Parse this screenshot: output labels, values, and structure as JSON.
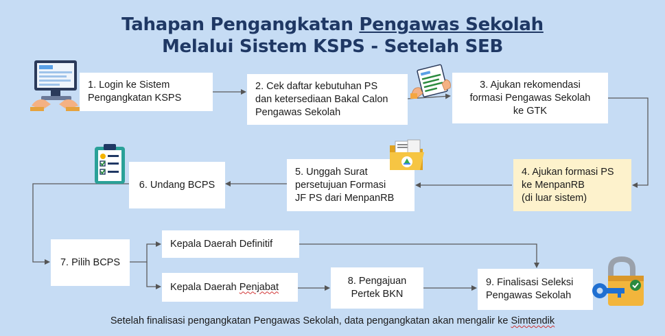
{
  "title": {
    "line1_prefix": "Tahapan Pengangkatan ",
    "line1_underlined": "Pengawas Sekolah",
    "line2": "Melalui Sistem KSPS - Setelah SEB"
  },
  "steps": {
    "s1": "1. Login ke Sistem\nPengangkatan KSPS",
    "s2": "2. Cek daftar kebutuhan PS\ndan ketersediaan Bakal Calon\nPengawas Sekolah",
    "s3": "3. Ajukan rekomendasi\nformasi Pengawas Sekolah\nke GTK",
    "s4": "4. Ajukan formasi PS\nke MenpanRB\n(di luar sistem)",
    "s5": "5. Unggah Surat\npersetujuan Formasi\nJF PS dari MenpanRB",
    "s6": "6. Undang BCPS",
    "s7": "7. Pilih BCPS",
    "kd_definitif": "Kepala Daerah Definitif",
    "kd_penjabat_prefix": "Kepala Daerah ",
    "kd_penjabat_word": "Penjabat",
    "s8": "8. Pengajuan\nPertek BKN",
    "s9": "9. Finalisasi Seleksi\nPengawas Sekolah"
  },
  "footer": {
    "prefix": "Setelah finalisasi pengangkatan Pengawas Sekolah, data pengangkatan akan mengalir ke ",
    "link_word": "Simtendik"
  },
  "colors": {
    "background": "#c6dcf4",
    "title": "#1f3864",
    "highlight_box": "#fdf2cc"
  },
  "icons": [
    "computer-login-icon",
    "form-checklist-icon",
    "folder-upload-icon",
    "clipboard-checklist-icon",
    "padlock-key-icon"
  ]
}
